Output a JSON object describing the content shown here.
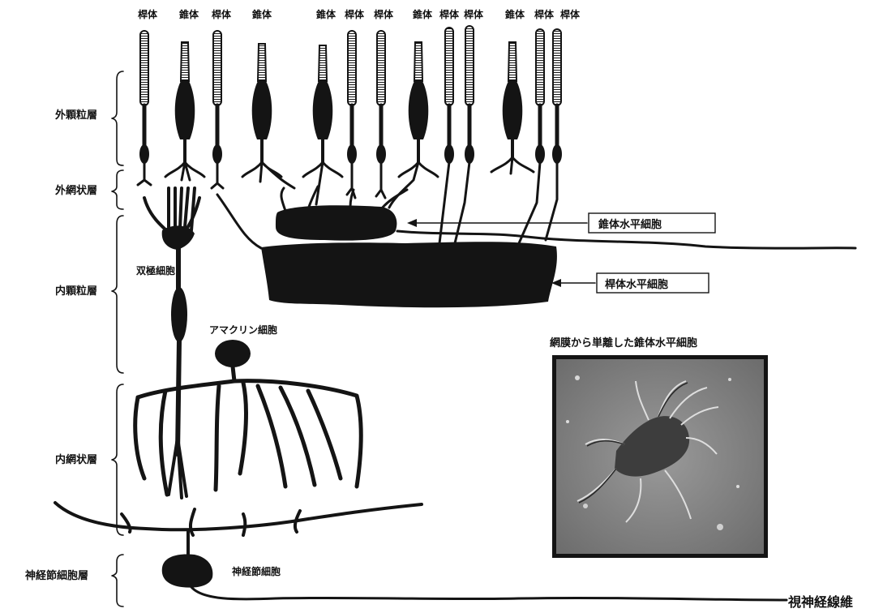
{
  "photoreceptor_labels": [
    "桿体",
    "錐体",
    "桿体",
    "錐体",
    "錐体",
    "桿体",
    "桿体",
    "錐体",
    "桿体",
    "桿体",
    "錐体",
    "桿体",
    "桿体"
  ],
  "layers": [
    {
      "name": "外顆粒層"
    },
    {
      "name": "外網状層"
    },
    {
      "name": "内顆粒層"
    },
    {
      "name": "内網状層"
    },
    {
      "name": "神経節細胞層"
    }
  ],
  "cells": {
    "bipolar": "双極細胞",
    "amacrine": "アマクリン細胞",
    "ganglion": "神経節細胞"
  },
  "callouts": {
    "cone_horizontal": "錐体水平細胞",
    "rod_horizontal": "桿体水平細胞"
  },
  "photo": {
    "caption": "網膜から単離した錐体水平細胞"
  },
  "optic_nerve": "視神経線維"
}
